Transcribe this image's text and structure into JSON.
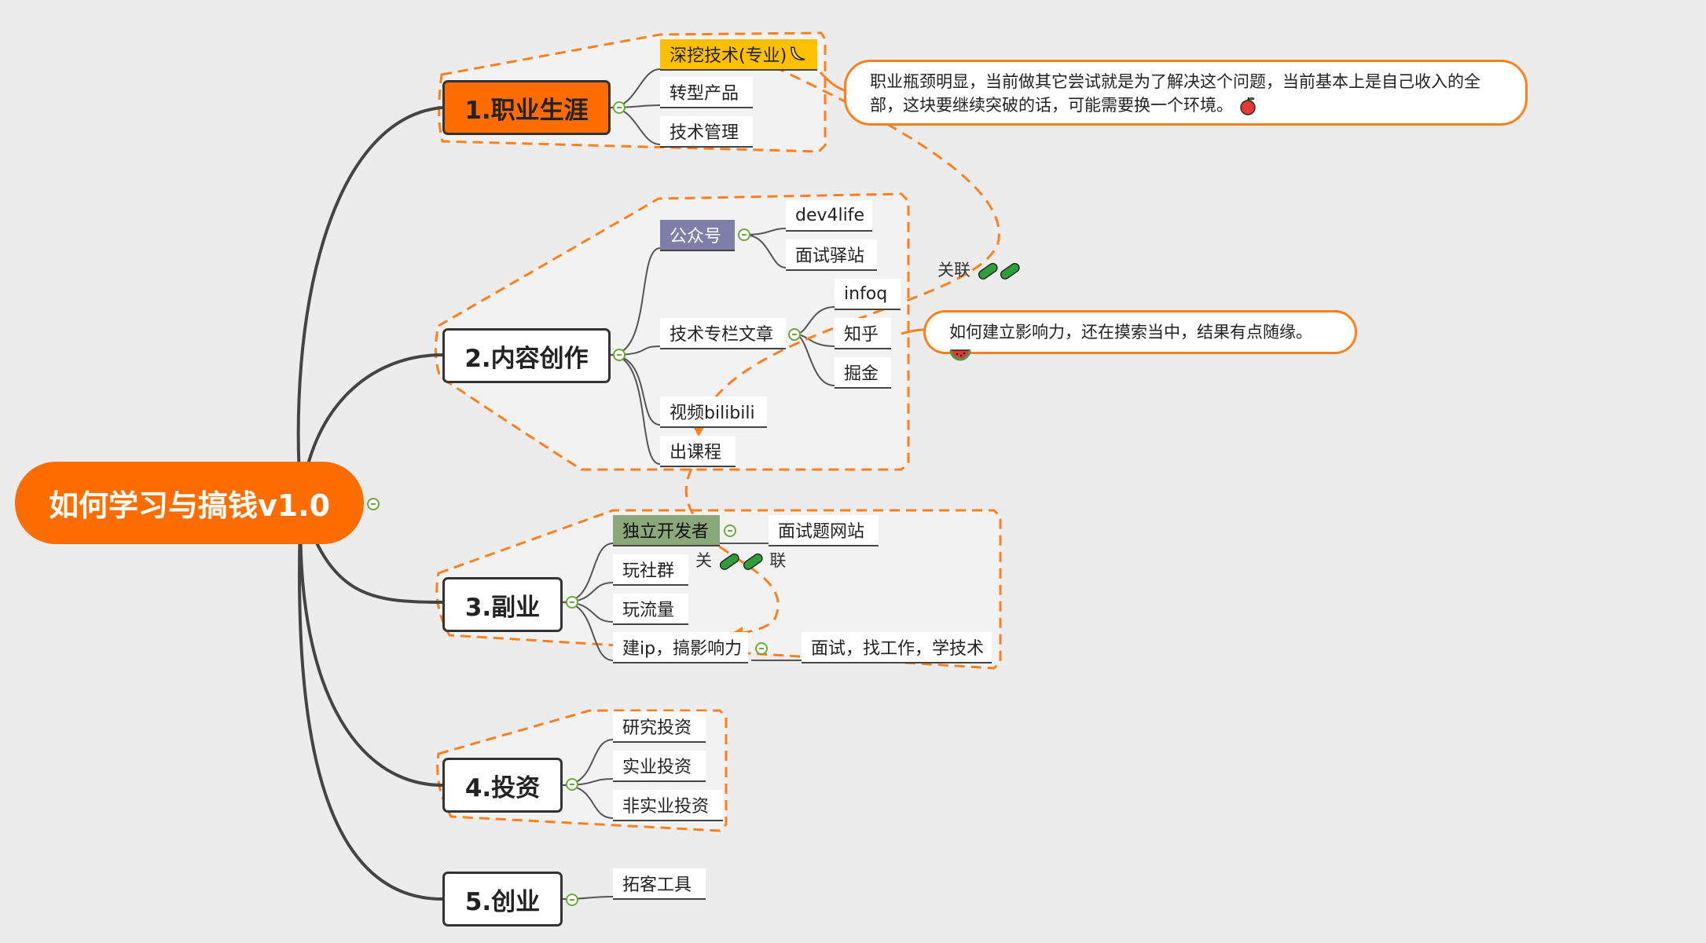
{
  "central": {
    "label": "如何学习与搞钱v1.0"
  },
  "branches": {
    "career": {
      "label": "1.职业生涯",
      "children": [
        "深挖技术(专业)",
        "转型产品",
        "技术管理"
      ],
      "note": "职业瓶颈明显，当前做其它尝试就是为了解决这个问题，当前基本上是自己收入的全部，这块要继续突破的话，可能需要换一个环境。"
    },
    "content": {
      "label": "2.内容创作",
      "wechat": {
        "label": "公众号",
        "children": [
          "dev4life",
          "面试驿站"
        ]
      },
      "column": {
        "label": "技术专栏文章",
        "children": [
          "infoq",
          "知乎",
          "掘金"
        ]
      },
      "video": "视频bilibili",
      "course": "出课程",
      "note": "如何建立影响力，还在摸索当中，结果有点随缘。"
    },
    "side": {
      "label": "3.副业",
      "indie": {
        "label": "独立开发者",
        "children": [
          "面试题网站"
        ]
      },
      "community": "玩社群",
      "traffic": "玩流量",
      "ip": {
        "label": "建ip，搞影响力",
        "children": [
          "面试，找工作，学技术"
        ]
      }
    },
    "invest": {
      "label": "4.投资",
      "children": [
        "研究投资",
        "实业投资",
        "非实业投资"
      ]
    },
    "startup": {
      "label": "5.创业",
      "children": [
        "拓客工具"
      ]
    }
  },
  "relations": {
    "top": "关联",
    "bottom_left": "关",
    "bottom_right": "联"
  },
  "icons": [
    "banana-icon",
    "apple-icon",
    "watermelon-icon",
    "cucumber-icon"
  ],
  "colors": {
    "accent": "#ff6d00",
    "dashed": "#ff7f1d",
    "highlight": "#ffc000",
    "purple": "#7e7ea8",
    "green": "#8aa879",
    "background": "#ececec"
  }
}
